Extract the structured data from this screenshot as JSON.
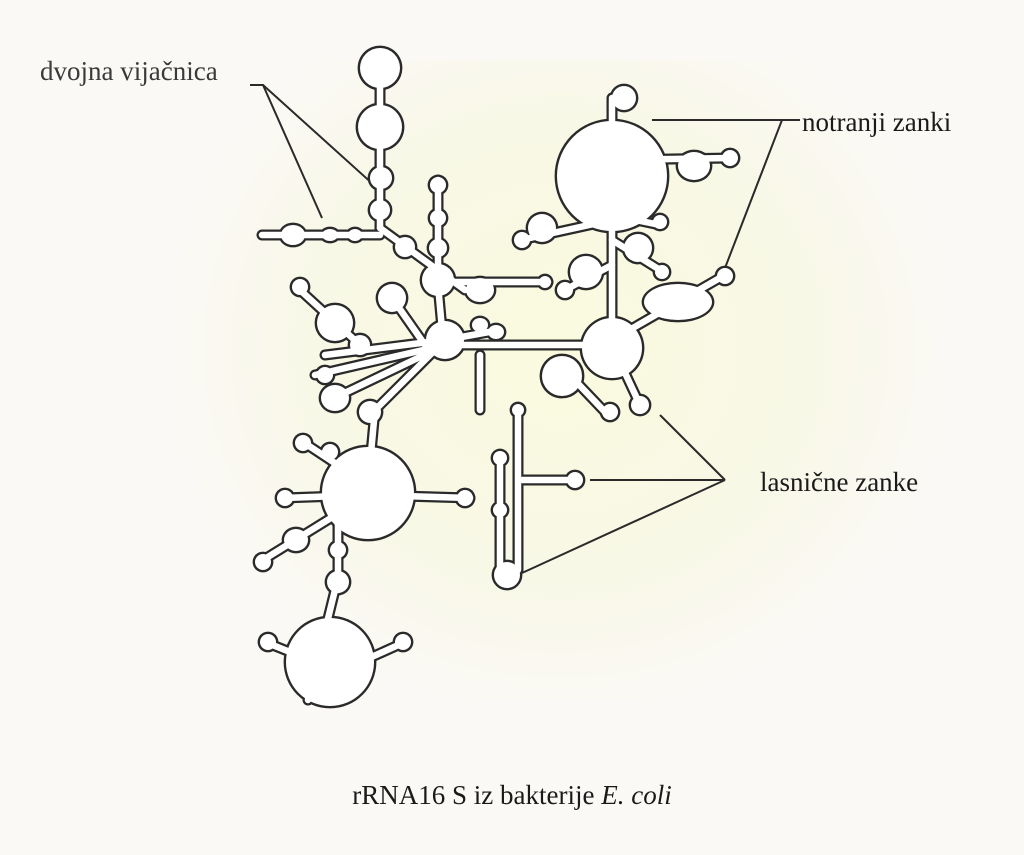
{
  "labels": {
    "double_helix": "dvojna vijačnica",
    "internal_loops": "notranji zanki",
    "hairpin_loops": "lasnične zanke"
  },
  "caption": {
    "prefix": "rRNA16 S iz bakterije",
    "species": "E. coli"
  },
  "colors": {
    "ink": "#2a2a2a",
    "fill": "#ffffff",
    "background": "#fbf9f6"
  }
}
